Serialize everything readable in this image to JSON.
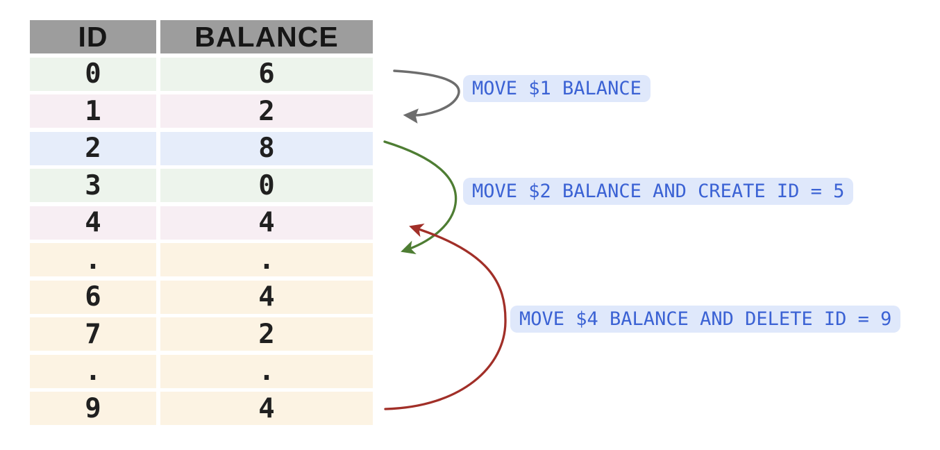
{
  "table": {
    "columns": [
      {
        "label": "ID"
      },
      {
        "label": "BALANCE"
      }
    ],
    "rows": [
      {
        "id": "0",
        "balance": "6",
        "tone": "green"
      },
      {
        "id": "1",
        "balance": "2",
        "tone": "pink"
      },
      {
        "id": "2",
        "balance": "8",
        "tone": "blue"
      },
      {
        "id": "3",
        "balance": "0",
        "tone": "green"
      },
      {
        "id": "4",
        "balance": "4",
        "tone": "pink"
      },
      {
        "id": ".",
        "balance": ".",
        "tone": "cream"
      },
      {
        "id": "6",
        "balance": "4",
        "tone": "cream"
      },
      {
        "id": "7",
        "balance": "2",
        "tone": "cream"
      },
      {
        "id": ".",
        "balance": ".",
        "tone": "cream"
      },
      {
        "id": "9",
        "balance": "4",
        "tone": "cream"
      }
    ]
  },
  "annotations": [
    {
      "label": "MOVE $1 BALANCE",
      "arrow_color": "#6d6d6d",
      "from_row_id": "0",
      "to_row_id": "1"
    },
    {
      "label": "MOVE $2 BALANCE AND CREATE ID = 5",
      "arrow_color": "#4e7d33",
      "from_row_id": "2",
      "to_row_id": "5"
    },
    {
      "label": "MOVE $4 BALANCE AND DELETE ID = 9",
      "arrow_color": "#a12f28",
      "from_row_id": "9",
      "to_row_id": "4"
    }
  ],
  "colors": {
    "header_bg": "#9d9d9d",
    "row_green": "#edf4ec",
    "row_pink": "#f7eef3",
    "row_blue": "#e6edfa",
    "row_cream": "#fcf3e3",
    "chip_bg": "#dfe8fb",
    "chip_text": "#3b62d4",
    "digit_text": "#202020"
  }
}
